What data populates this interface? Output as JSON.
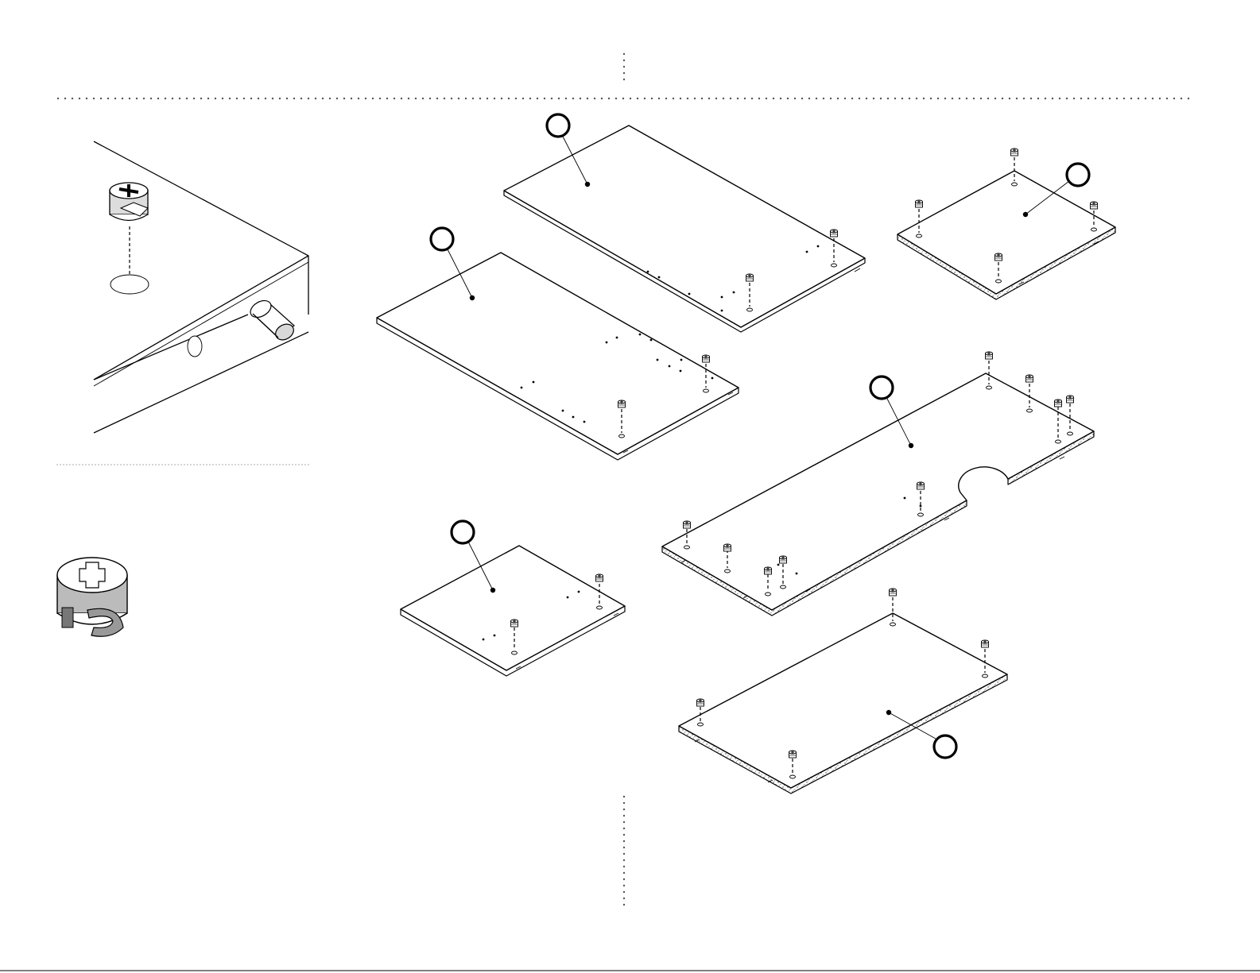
{
  "page": {
    "title": "",
    "step_number": "",
    "background": "#ffffff",
    "ink": "#000000"
  },
  "detail": {
    "cam_lock_label": "",
    "dowel_label": ""
  },
  "callouts": [
    {
      "id": "panel-top-center",
      "label": ""
    },
    {
      "id": "panel-left-large",
      "label": ""
    },
    {
      "id": "panel-top-right",
      "label": ""
    },
    {
      "id": "panel-cutout",
      "label": ""
    },
    {
      "id": "panel-small-left",
      "label": ""
    },
    {
      "id": "panel-bottom-right",
      "label": ""
    }
  ],
  "icons": [
    "cam-lock-icon",
    "cam-lock-large-icon",
    "wooden-dowel-icon"
  ]
}
